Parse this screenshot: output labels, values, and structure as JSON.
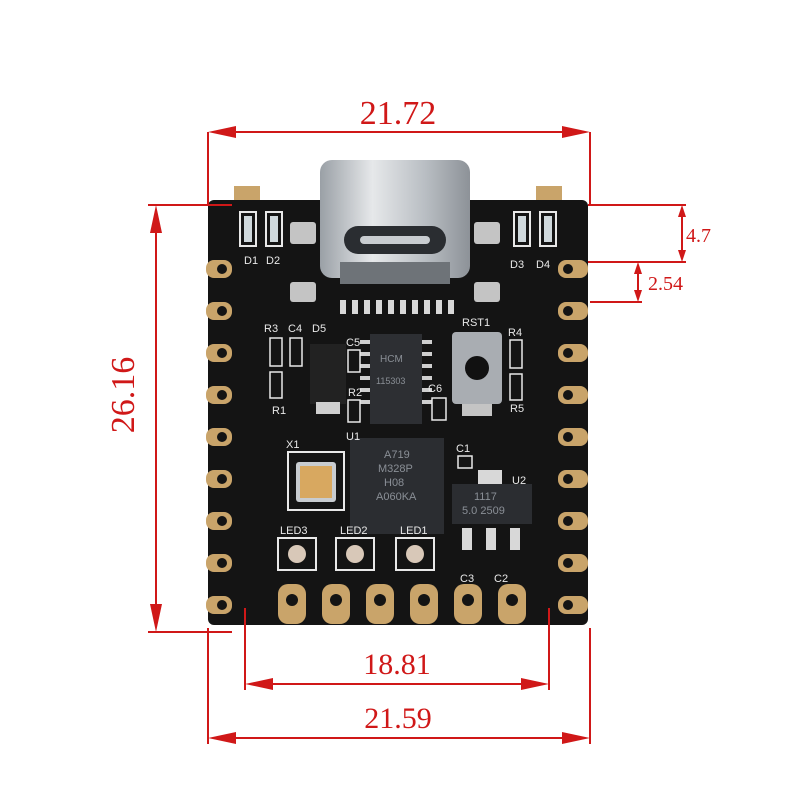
{
  "colors": {
    "dimension": "#d01818",
    "board": "#141414",
    "pad_gold": "#c9a46a",
    "silkscreen": "#e8e8e8"
  },
  "dimensions": {
    "top_width": "21.72",
    "height": "26.16",
    "top_offset": "4.7",
    "pin_pitch": "2.54",
    "inner_width": "18.81",
    "bottom_width": "21.59"
  },
  "silkscreen": {
    "d1": "D1",
    "d2": "D2",
    "d3": "D3",
    "d4": "D4",
    "r3": "R3",
    "c4": "C4",
    "d5": "D5",
    "c5": "C5",
    "r1": "R1",
    "r2": "R2",
    "u1": "U1",
    "rst1": "RST1",
    "r4": "R4",
    "r5": "R5",
    "c6": "C6",
    "x1": "X1",
    "c1": "C1",
    "u2": "U2",
    "led3": "LED3",
    "led2": "LED2",
    "led1": "LED1",
    "c3": "C3",
    "c2": "C2"
  },
  "chips": {
    "usb_chip": [
      "HCM",
      "115303"
    ],
    "mcu": [
      "A719",
      "M328P",
      "H08",
      "A060KA"
    ],
    "regulator": [
      "1117",
      "5.0 2509"
    ]
  }
}
